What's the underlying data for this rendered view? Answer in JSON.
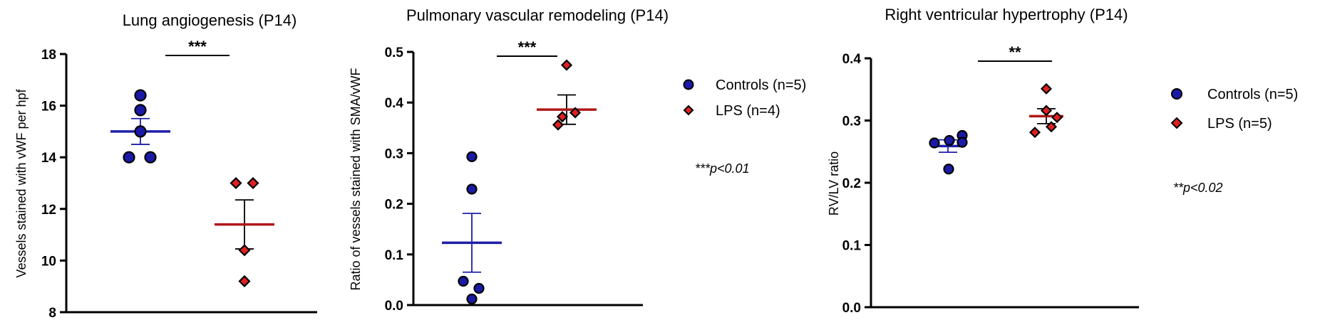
{
  "colors": {
    "controls": "#1a1aa6",
    "lps": "#e02020",
    "controls_mean": "#1f1fa8",
    "lps_mean": "#b01818",
    "axis": "#000000"
  },
  "legends": [
    {
      "chart": 1,
      "entries": [
        {
          "label": "Controls (n=5)",
          "marker": "circle"
        },
        {
          "label": "LPS (n=4)",
          "marker": "diamond"
        }
      ]
    },
    {
      "chart": 2,
      "entries": [
        {
          "label": "Controls (n=5)",
          "marker": "circle"
        },
        {
          "label": "LPS (n=5)",
          "marker": "diamond"
        }
      ]
    }
  ],
  "notes": [
    {
      "chart": 1,
      "text": "***p<0.01"
    },
    {
      "chart": 2,
      "text": "**p<0.02"
    }
  ],
  "chart_data": [
    {
      "type": "scatter",
      "title": "Lung angiogenesis (P14)",
      "ylabel": "Vessels stained with vWF per hpf",
      "xlabel": "",
      "ylim": [
        8,
        18
      ],
      "yticks": [
        8,
        10,
        12,
        14,
        16,
        18
      ],
      "significance": "***",
      "series": [
        {
          "group": "Controls",
          "marker": "circle",
          "values": [
            16.4,
            15.8,
            15.0,
            14.0,
            14.0
          ],
          "mean": 15.0,
          "sem": 0.5
        },
        {
          "group": "LPS",
          "marker": "diamond",
          "values": [
            13.0,
            13.0,
            10.4,
            9.2
          ],
          "mean": 11.4,
          "sem": 0.95
        }
      ]
    },
    {
      "type": "scatter",
      "title": "Pulmonary vascular remodeling (P14)",
      "ylabel": "Ratio of vessels stained with SMA/vWF",
      "xlabel": "",
      "ylim": [
        0.0,
        0.5
      ],
      "yticks": [
        0.0,
        0.1,
        0.2,
        0.3,
        0.4,
        0.5
      ],
      "significance": "***",
      "series": [
        {
          "group": "Controls",
          "marker": "circle",
          "values": [
            0.293,
            0.229,
            0.047,
            0.033,
            0.012
          ],
          "mean": 0.123,
          "sem": 0.058
        },
        {
          "group": "LPS",
          "marker": "diamond",
          "values": [
            0.474,
            0.38,
            0.372,
            0.356
          ],
          "mean": 0.386,
          "sem": 0.029
        }
      ]
    },
    {
      "type": "scatter",
      "title": "Right ventricular hypertrophy (P14)",
      "ylabel": "RV/LV ratio",
      "xlabel": "",
      "ylim": [
        0.0,
        0.4
      ],
      "yticks": [
        0.0,
        0.1,
        0.2,
        0.3,
        0.4
      ],
      "significance": "**",
      "series": [
        {
          "group": "Controls",
          "marker": "circle",
          "values": [
            0.264,
            0.268,
            0.276,
            0.265,
            0.222
          ],
          "mean": 0.259,
          "sem": 0.01
        },
        {
          "group": "LPS",
          "marker": "diamond",
          "values": [
            0.351,
            0.316,
            0.305,
            0.29,
            0.281
          ],
          "mean": 0.307,
          "sem": 0.012
        }
      ]
    }
  ]
}
